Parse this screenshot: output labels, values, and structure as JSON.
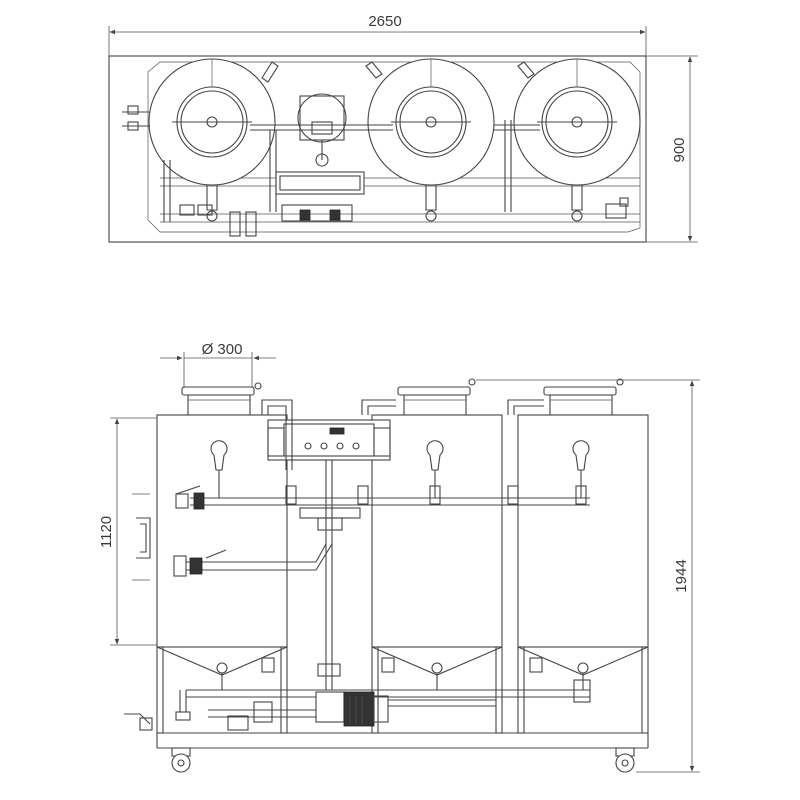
{
  "dimensions": {
    "top_width": "2650",
    "top_depth": "900",
    "manhole_diameter": "Ø 300",
    "tank_height": "1120",
    "total_height": "1944"
  }
}
